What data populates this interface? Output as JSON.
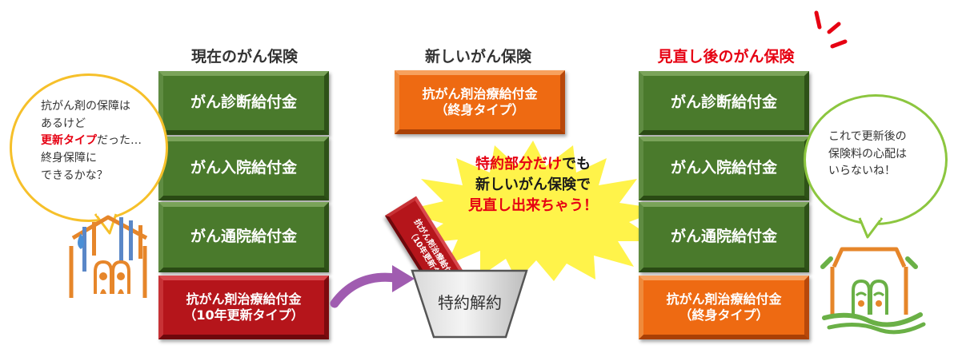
{
  "columns": {
    "current": {
      "title": "現在のがん保険",
      "blocks": [
        "がん診断給付金",
        "がん入院給付金",
        "がん通院給付金"
      ],
      "red_block": {
        "line1": "抗がん剤治療給付金",
        "line2": "（10年更新タイプ）"
      }
    },
    "new": {
      "title": "新しいがん保険",
      "orange_block": {
        "line1": "抗がん剤治療給付金",
        "line2": "（終身タイプ）"
      }
    },
    "after": {
      "title": "見直し後のがん保険",
      "blocks": [
        "がん診断給付金",
        "がん入院給付金",
        "がん通院給付金"
      ],
      "orange_block": {
        "line1": "抗がん剤治療給付金",
        "line2": "（終身タイプ）"
      }
    }
  },
  "left_bubble": {
    "line1": "抗がん剤の保障は",
    "line2": "あるけど",
    "line3_em": "更新タイプ",
    "line3_rest": "だった…",
    "line4": "終身保障に",
    "line5": "できるかな？"
  },
  "right_bubble": {
    "line1": "これで更新後の",
    "line2": "保険料の心配は",
    "line3": "いらないね！"
  },
  "burst": {
    "line1_em": "特約部分だけ",
    "line1_rest": "でも",
    "line2": "新しいがん保険で",
    "line3": "見直し出来ちゃう！"
  },
  "falling_block": {
    "line1": "抗がん剤治療給付",
    "line2": "（10年更新タ"
  },
  "bowl": {
    "label": "特約解約"
  },
  "colors": {
    "green_block": "#4a7a2c",
    "red_block": "#b5151b",
    "orange_block": "#ee6a12",
    "accent_red": "#e60012",
    "arrow": "#a05cb0",
    "burst": "#fff34a",
    "bubble_yellow": "#f6c02a",
    "bubble_green": "#8cc63f"
  }
}
